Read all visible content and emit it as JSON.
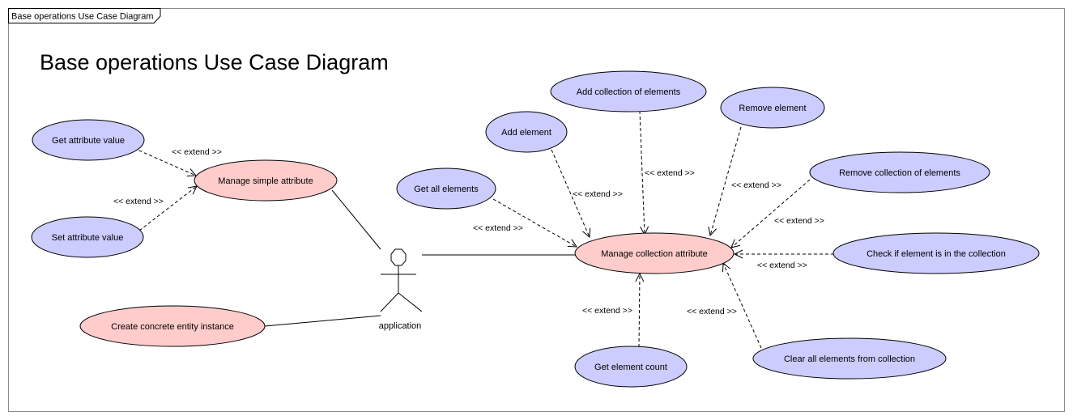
{
  "frame": {
    "tab_label": "Base operations Use Case Diagram",
    "title": "Base operations Use Case Diagram"
  },
  "actor": {
    "name": "application"
  },
  "use_cases": {
    "get_attribute_value": "Get attribute value",
    "set_attribute_value": "Set attribute value",
    "manage_simple_attribute": "Manage simple attribute",
    "create_concrete_entity_instance": "Create concrete entity instance",
    "get_all_elements": "Get all elements",
    "add_element": "Add element",
    "add_collection_of_elements": "Add collection of elements",
    "remove_element": "Remove element",
    "remove_collection_of_elements": "Remove collection of elements",
    "check_if_element_in_collection": "Check if element is in the collection",
    "manage_collection_attribute": "Manage collection attribute",
    "get_element_count": "Get element count",
    "clear_all_elements": "Clear all elements from collection"
  },
  "relationships": {
    "extend_label": "<< extend >>"
  },
  "colors": {
    "base_use_case_fill": "#ffcccc",
    "extension_use_case_fill": "#ccccff",
    "frame_border": "#8a8a8a"
  }
}
